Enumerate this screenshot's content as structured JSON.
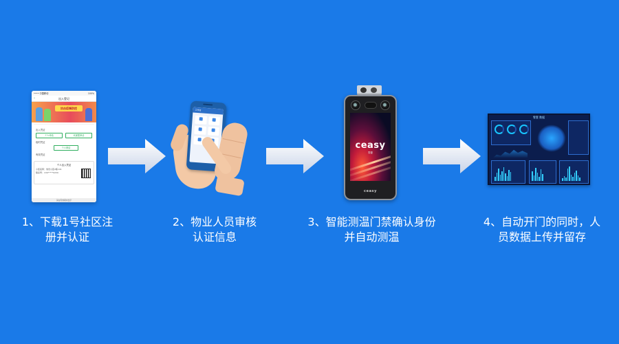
{
  "background_color": "#1a7ae8",
  "steps": [
    {
      "line1": "1、下载1号社区注",
      "line2": "册并认证"
    },
    {
      "line1": "2、物业人员审核",
      "line2": "认证信息"
    },
    {
      "line1": "3、智能测温门禁确认身份",
      "line2": "并自动测温"
    },
    {
      "line1": "4、自动开门的同时，人",
      "line2": "员数据上传并留存"
    }
  ],
  "phone_app": {
    "status_carrier": "•••• 中国移动",
    "status_battery": "100%",
    "nav_title": "出入登记",
    "banner_text": "抗击疫情防控",
    "section_pass": "出入凭证",
    "btn_personal": "个人申请",
    "btn_family": "代家属申请",
    "section_temp": "临时凭证",
    "btn_temp": "个人申请",
    "section_valid": "有效凭证",
    "pass_title": "个人出入凭证",
    "pass_line1": "小区名称：零壹小区2栋101",
    "pass_line2": "联系号：130*****0230",
    "pass_footer": "请在有效期内出示"
  },
  "staff_phone": {
    "header": "工作台"
  },
  "terminal": {
    "brand": "ceasy",
    "brand_sub": "零壹",
    "bottom_logo": "ceasy"
  },
  "dashboard": {
    "title": "零壹 数据"
  }
}
